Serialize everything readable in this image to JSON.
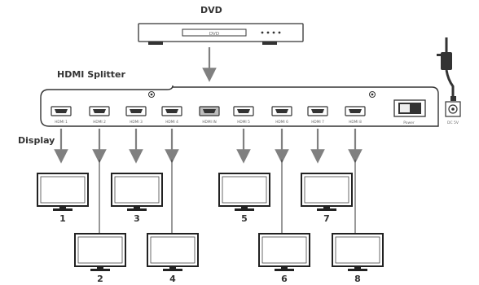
{
  "title": "DVD",
  "dvd_player": {
    "display_text": "DVD"
  },
  "splitter": {
    "label": "HDMI Splitter",
    "left_label": "Display",
    "ports": [
      {
        "label": "HDMI 1"
      },
      {
        "label": "HDMI 2"
      },
      {
        "label": "HDMI 3"
      },
      {
        "label": "HDMI 4"
      },
      {
        "label": "HDMI IN"
      },
      {
        "label": "HDMI 5"
      },
      {
        "label": "HDMI 6"
      },
      {
        "label": "HDMI 7"
      },
      {
        "label": "HDMI 8"
      }
    ],
    "power_label": "Power",
    "dc_label": "DC 5V"
  },
  "displays": [
    {
      "number": "1"
    },
    {
      "number": "2"
    },
    {
      "number": "3"
    },
    {
      "number": "4"
    },
    {
      "number": "5"
    },
    {
      "number": "6"
    },
    {
      "number": "7"
    },
    {
      "number": "8"
    }
  ],
  "colors": {
    "outline": "#333333",
    "arrow": "#808080",
    "port_in_fill": "#bdbdbd",
    "body": "#ffffff"
  }
}
